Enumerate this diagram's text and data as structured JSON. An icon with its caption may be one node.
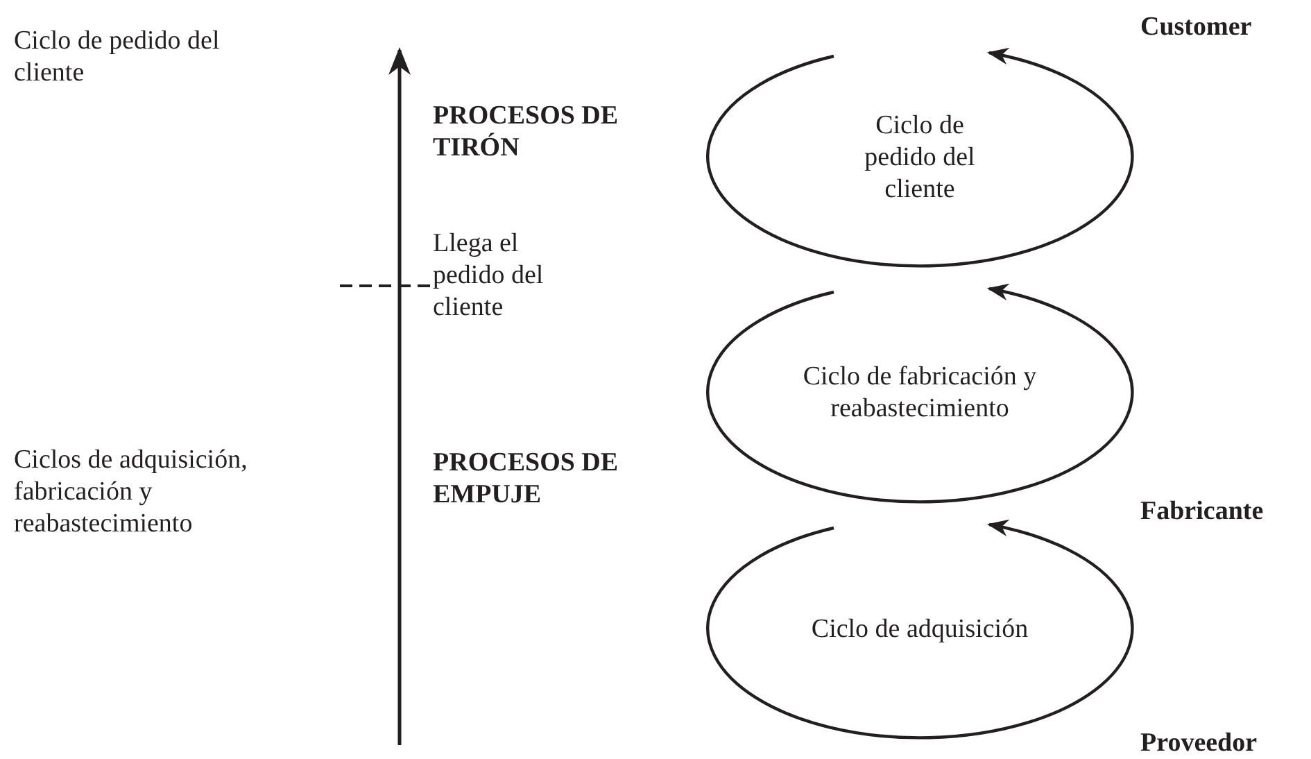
{
  "diagram": {
    "nodes": [
      {
        "text": [
          "Ciclo de pedido del cliente"
        ]
      },
      {
        "text": [
          "Ciclo de fabricación y reabastecimiento"
        ]
      },
      {
        "text": [
          "Ciclo de adquisición"
        ]
      }
    ],
    "labels": [
      "Customer",
      "Ciclo de pedido del cliente",
      "PROCESOS DE TIRÓN",
      "Llega el pedido del cliente",
      "Ciclos de adquisición, fabricación y reabastecimiento",
      "PROCESOS DE EMPUJE",
      "Fabricante",
      "Proveedor"
    ]
  }
}
